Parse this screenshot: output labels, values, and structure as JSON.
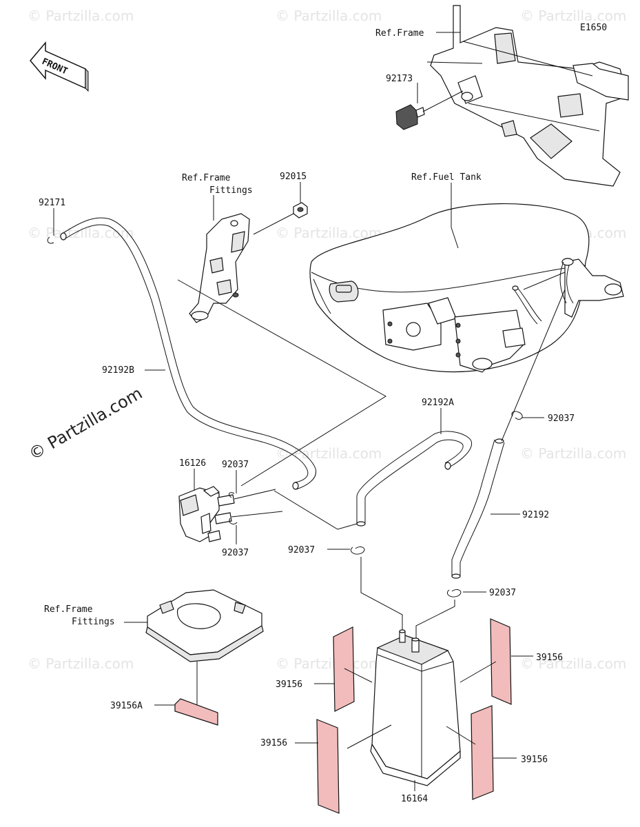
{
  "diagram_code": "E1650",
  "front_arrow_label": "FRONT",
  "copyright_mark": "© Partzilla.com",
  "watermark": "© Partzilla.com",
  "labels": {
    "ref_frame": "Ref.Frame",
    "ref_frame_fittings_1": "Ref.Frame",
    "ref_frame_fittings_1b": "Fittings",
    "ref_fuel_tank": "Ref.Fuel Tank",
    "ref_frame_fittings_2": "Ref.Frame",
    "ref_frame_fittings_2b": "Fittings"
  },
  "parts": {
    "p92173": "92173",
    "p92015": "92015",
    "p92171": "92171",
    "p92192B": "92192B",
    "p16126": "16126",
    "p92037_a": "92037",
    "p92037_b": "92037",
    "p92192A": "92192A",
    "p92037_c": "92037",
    "p92192": "92192",
    "p92037_d": "92037",
    "p92037_e": "92037",
    "p39156_a": "39156",
    "p39156_b": "39156",
    "p39156A": "39156A",
    "p39156_c": "39156",
    "p39156_d": "39156",
    "p16164": "16164"
  }
}
